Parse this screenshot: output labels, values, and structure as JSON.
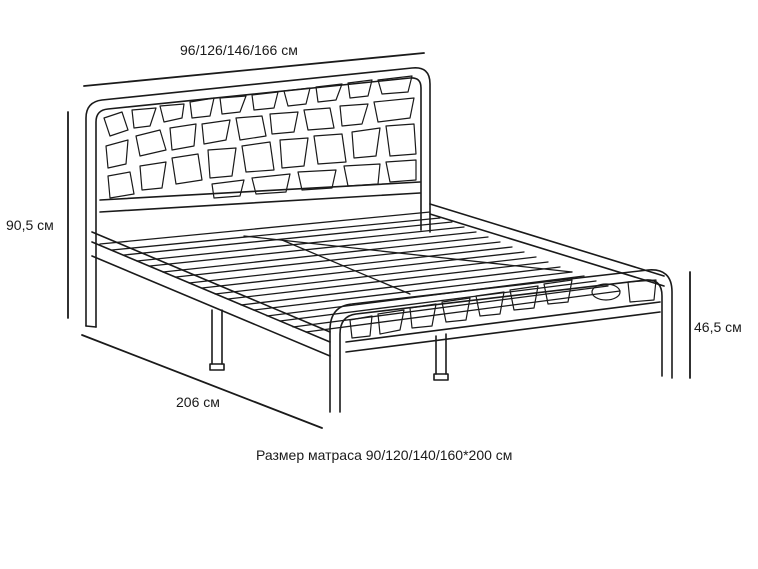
{
  "dimensions": {
    "width": "96/126/146/166 см",
    "height_headboard": "90,5 см",
    "height_footboard": "46,5 см",
    "length": "206 см"
  },
  "caption": "Размер матраса 90/120/140/160*200 см",
  "colors": {
    "line": "#1a1a1a",
    "background": "#ffffff"
  }
}
